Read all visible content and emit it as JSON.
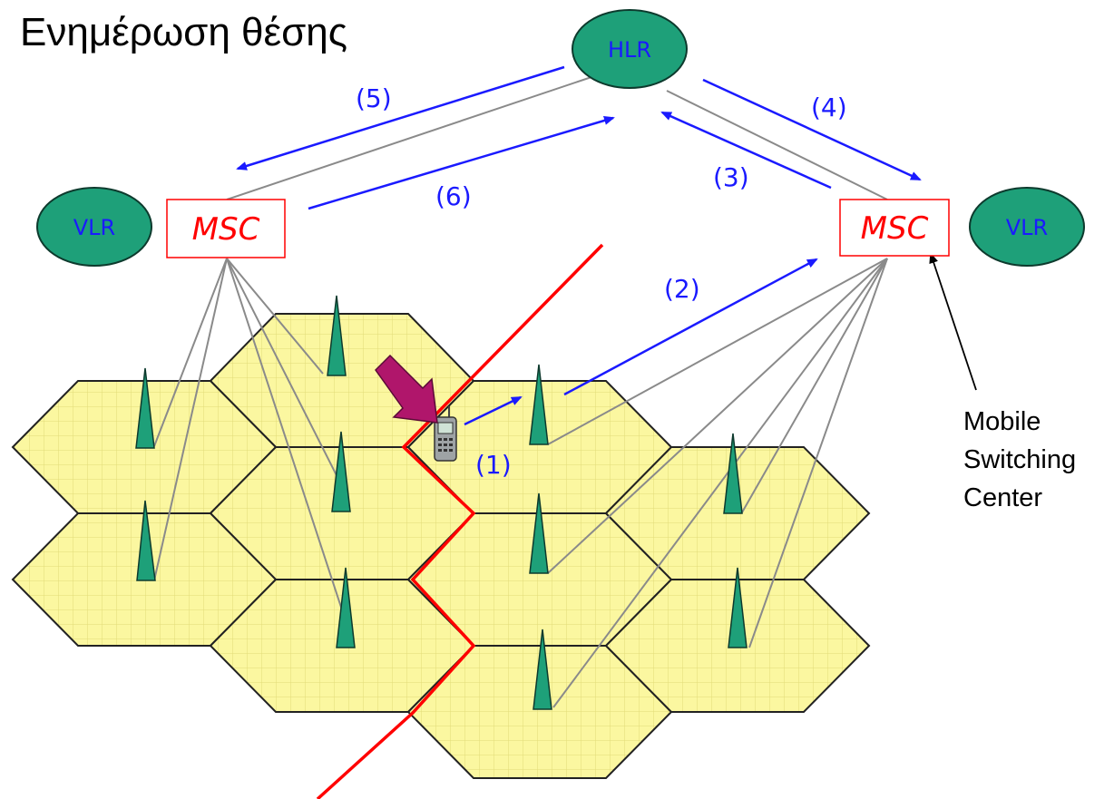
{
  "title": "Ενημέρωση θέσης",
  "nodes": {
    "hlr": "HLR",
    "vlr_left": "VLR",
    "vlr_right": "VLR",
    "msc_left": "MSC",
    "msc_right": "MSC"
  },
  "steps": [
    "(1)",
    "(2)",
    "(3)",
    "(4)",
    "(5)",
    "(6)"
  ],
  "annotation": {
    "line1": "Mobile",
    "line2": "Switching",
    "line3": "Center"
  },
  "colors": {
    "cell_fill": "#fbf7a0",
    "node_fill": "#1ea079",
    "node_text": "#1a1aff",
    "msc_border": "#ff0000",
    "boundary": "#ff0000",
    "arrow": "#1a1aff",
    "move_arrow": "#b0166b"
  }
}
